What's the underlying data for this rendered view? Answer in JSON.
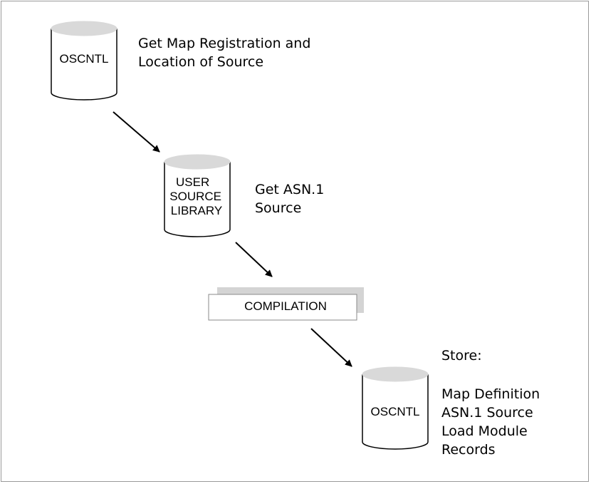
{
  "nodes": {
    "top_db": {
      "label": "OSCNTL"
    },
    "user_db": {
      "label_lines": [
        "USER",
        "SOURCE",
        "LIBRARY"
      ]
    },
    "compile_box": {
      "label": "COMPILATION"
    },
    "bottom_db": {
      "label": "OSCNTL"
    }
  },
  "descriptions": {
    "top": [
      "Get Map Registration and",
      "Location of Source"
    ],
    "user": [
      "Get ASN.1",
      "Source"
    ],
    "store_title": "Store:",
    "store_items": [
      "Map Definition",
      "ASN.1 Source",
      "Load Module",
      "Records"
    ]
  },
  "colors": {
    "cylinder_top": "#d9d9d9",
    "box_shadow": "#d4d4d4",
    "stroke": "#000000"
  }
}
